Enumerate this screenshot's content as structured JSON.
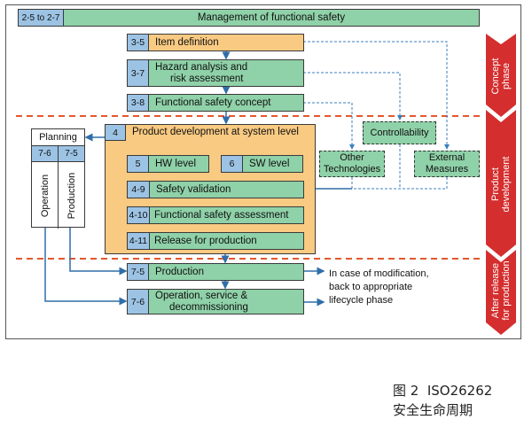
{
  "management": {
    "num": "2-5 to 2-7",
    "label": "Management of functional safety"
  },
  "concept": [
    {
      "num": "3-5",
      "label": "Item definition",
      "color": "#f9ca82"
    },
    {
      "num": "3-7",
      "label_line1": "Hazard analysis and",
      "label_line2": "risk assessment",
      "color": "#8fd1a8"
    },
    {
      "num": "3-8",
      "label": "Functional safety concept",
      "color": "#8fd1a8"
    }
  ],
  "product_dev": {
    "num": "4",
    "label": "Product development at system level",
    "hw": {
      "num": "5",
      "label": "HW level"
    },
    "sw": {
      "num": "6",
      "label": "SW level"
    },
    "steps": [
      {
        "num": "4-9",
        "label": "Safety validation"
      },
      {
        "num": "4-10",
        "label": "Functional safety assessment"
      },
      {
        "num": "4-11",
        "label": "Release for production"
      }
    ]
  },
  "planning": {
    "title": "Planning",
    "cols": [
      {
        "num": "7-6",
        "label": "Operation"
      },
      {
        "num": "7-5",
        "label": "Production"
      }
    ]
  },
  "external_boxes": {
    "controllability": "Controllability",
    "other_tech_line1": "Other",
    "other_tech_line2": "Technologies",
    "external_line1": "External",
    "external_line2": "Measures"
  },
  "after_release": [
    {
      "num": "7-5",
      "label": "Production"
    },
    {
      "num": "7-6",
      "label_line1": "Operation, service &",
      "label_line2": "decommissioning"
    }
  ],
  "note": {
    "line1": "In case of modification,",
    "line2": "back to appropriate",
    "line3": "lifecycle phase"
  },
  "phases": [
    {
      "line1": "Concept",
      "line2": "phase"
    },
    {
      "line1": "Product",
      "line2": "development"
    },
    {
      "line1": "After release",
      "line2": "for production"
    }
  ],
  "caption": {
    "line1": "图 2  ISO26262",
    "line2": "安全生命周期"
  },
  "colors": {
    "phase_red": "#d42e2e",
    "separator": "#e4572e",
    "arrow_blue": "#2f6ea8",
    "dotted_blue": "#4a8cc4",
    "num_blue": "#9cc3e4",
    "green": "#8fd1a8",
    "orange": "#f9ca82"
  }
}
